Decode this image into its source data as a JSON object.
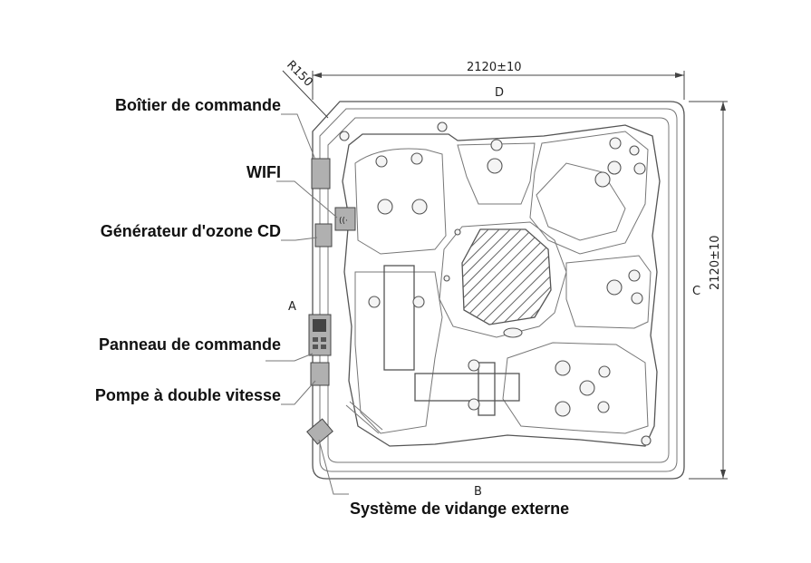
{
  "labels": {
    "control_box": "Boîtier de commande",
    "wifi": "WIFI",
    "ozone_generator": "Générateur d'ozone CD",
    "control_panel": "Panneau de commande",
    "two_speed_pump": "Pompe à double vitesse",
    "external_drain": "Système de vidange externe"
  },
  "dimensions": {
    "width": "2120±10",
    "depth": "2120±10",
    "corner_radius": "R150"
  },
  "edges": {
    "a": "A",
    "b": "B",
    "c": "C",
    "d": "D"
  }
}
